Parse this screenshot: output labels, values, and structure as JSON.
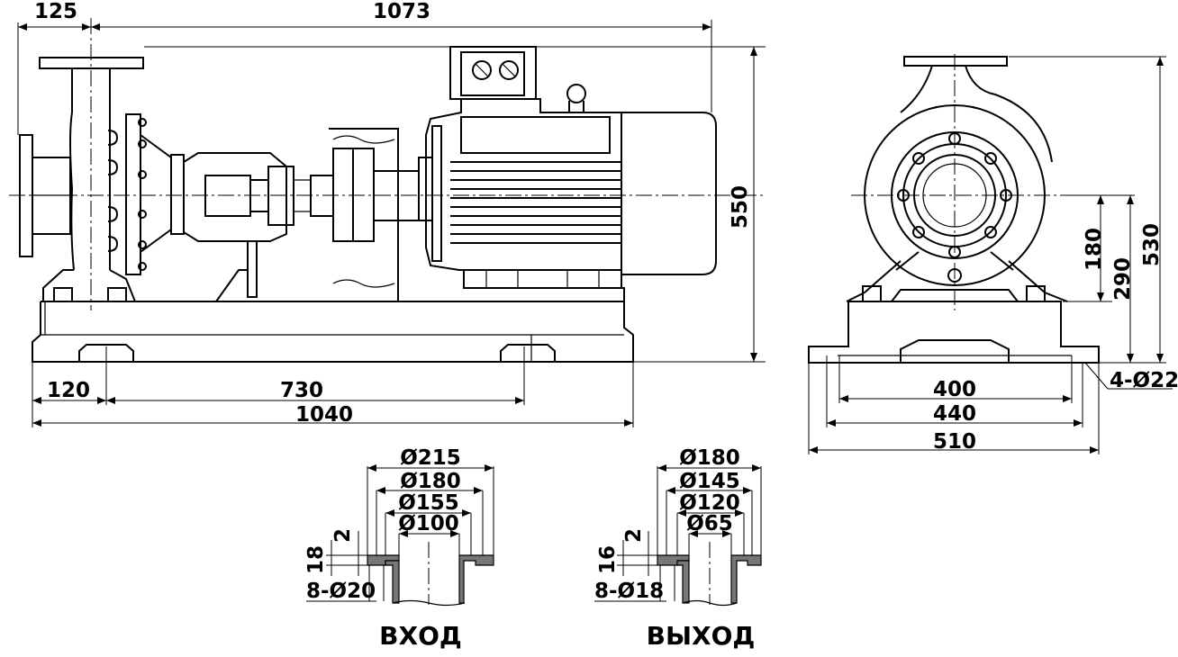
{
  "side_view": {
    "dim_125": "125",
    "dim_1073": "1073",
    "dim_550": "550",
    "dim_120": "120",
    "dim_730": "730",
    "dim_1040": "1040"
  },
  "end_view": {
    "dim_180": "180",
    "dim_290": "290",
    "dim_530": "530",
    "dim_400": "400",
    "dim_440": "440",
    "dim_510": "510",
    "holes": "4-Ø22"
  },
  "inlet_flange": {
    "d_outer": "Ø215",
    "d_bolt": "Ø180",
    "d_face": "Ø155",
    "d_bore": "Ø100",
    "thickness": "18",
    "raise": "2",
    "bolts": "8-Ø20",
    "label": "ВХОД"
  },
  "outlet_flange": {
    "d_outer": "Ø180",
    "d_bolt": "Ø145",
    "d_face": "Ø120",
    "d_bore": "Ø65",
    "thickness": "16",
    "raise": "2",
    "bolts": "8-Ø18",
    "label": "ВЫХОД"
  }
}
